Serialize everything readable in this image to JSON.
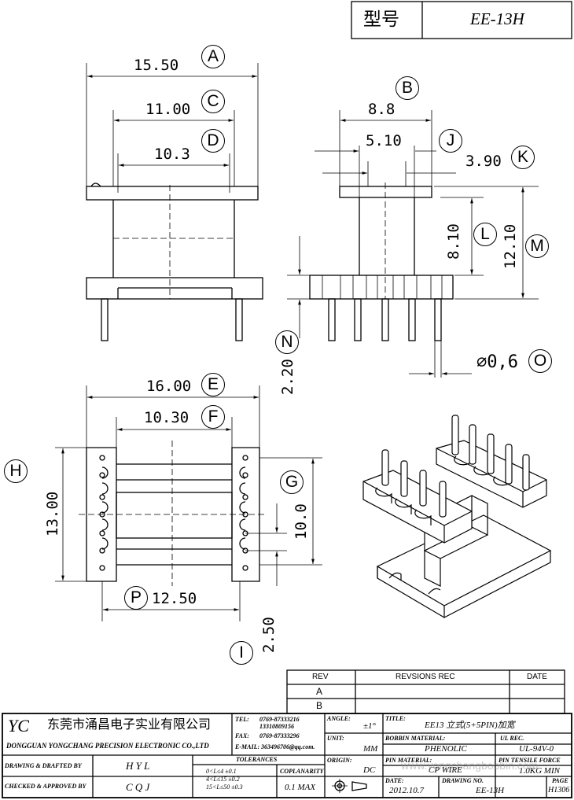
{
  "header": {
    "model_label": "型号",
    "model_value": "EE-13H"
  },
  "dims": {
    "A": {
      "value": "15.50",
      "letter": "A"
    },
    "C": {
      "value": "11.00",
      "letter": "C"
    },
    "D": {
      "value": "10.3",
      "letter": "D"
    },
    "B": {
      "value": "8.8",
      "letter": "B"
    },
    "J": {
      "value": "5.10",
      "letter": "J"
    },
    "K": {
      "value": "3.90",
      "letter": "K"
    },
    "L": {
      "value": "8.10",
      "letter": "L"
    },
    "M": {
      "value": "12.10",
      "letter": "M"
    },
    "N": {
      "value": "2.20",
      "letter": "N"
    },
    "O": {
      "value": "∅0,6",
      "letter": "O"
    },
    "E": {
      "value": "16.00",
      "letter": "E"
    },
    "F": {
      "value": "10.30",
      "letter": "F"
    },
    "H": {
      "value": "13.00",
      "letter": "H"
    },
    "G": {
      "value": "10.0",
      "letter": "G"
    },
    "P": {
      "value": "12.50",
      "letter": "P"
    },
    "I": {
      "value": "2.50",
      "letter": "I"
    }
  },
  "revision": {
    "rev_header": "REV",
    "recs_header": "REVSIONS REC",
    "date_header": "DATE",
    "rows": [
      "A",
      "B"
    ]
  },
  "company": {
    "logo": "YC",
    "name_cn": "东莞市涌昌电子实业有限公司",
    "name_en": "DONGGUAN YONGCHANG PRECISION ELECTRONIC CO.,LTD",
    "tel_label": "TEL:",
    "tel1": "0769-87333216",
    "tel2": "13310809156",
    "fax_label": "FAX:",
    "fax": "0769-87333296",
    "email_label": "E-MAIL:",
    "email": "363496706@qq.com."
  },
  "titleblock": {
    "angle_label": "ANGLE:",
    "angle_value": "±1°",
    "title_label": "TITLE:",
    "title_value": "EE13 立式(5+5PIN)加宽",
    "unit_label": "UNIT:",
    "unit_value": "MM",
    "bobbin_label": "BOBBIN MATERIAL:",
    "bobbin_value": "PHENOLIC",
    "ul_label": "UL REC.",
    "ul_value": "UL-94V-0",
    "origin_label": "ORIGIN:",
    "origin_value": "DC",
    "pin_label": "PIN MATERIAL:",
    "pin_value": "CP WIRE",
    "tensile_label": "PIN TENSILE FORCE",
    "tensile_value": "1.0KG MIN",
    "drawn_label": "DRAWING & DRAFTED BY",
    "drawn_value": "H Y L",
    "tol_label": "TOLERANCES",
    "tol1": "0<L≤4   ±0.1",
    "tol2": "4<L≤15  ±0.2",
    "tol3": "15<L≤50 ±0.3",
    "cop_label": "COPLANARITY",
    "cop_value": "0.1 MAX",
    "checked_label": "CHECKED & APPROVED BY",
    "checked_value": "C Q J",
    "date_label": "DATE:",
    "date_value": "2012.10.7",
    "drawingno_label": "DRAWING NO.",
    "drawingno_value": "EE-13H",
    "page_label": "PAGE",
    "page_value": "H1306"
  },
  "watermark": "www.yongchangbobbin.com"
}
